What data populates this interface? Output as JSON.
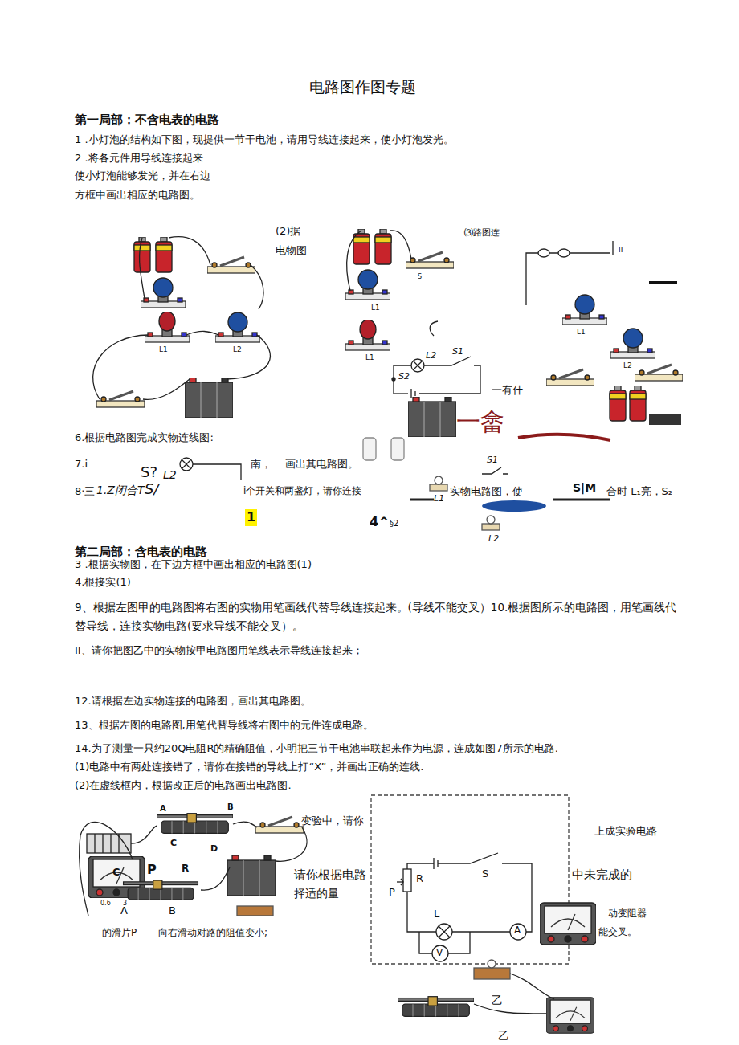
{
  "diagram": {
    "title": "电路图作图专题",
    "labels": [
      "第一局部：不含电表的电路",
      "1 .小灯泡的结构如下图，现提供一节干电池，请用导线连接起来，使小灯泡发光。",
      "2 .将各元件用导线连接起来",
      "使小灯泡能够发光，并在右边",
      "方框中画出相应的电路图。",
      "(2)据",
      "电物图",
      "⑶路图连",
      "L1",
      "L2",
      "L1",
      "L1",
      "L2",
      "S1",
      "S2",
      "S",
      "L1",
      "L2",
      "一有什",
      "一畲",
      "6.根据电路图完成实物连线图:",
      "7.i",
      "S?",
      "L2",
      "南，",
      "画出其电路图。",
      "8·三",
      "1.Z闭合T",
      "S/",
      "i个开关和两盏灯，请你连接",
      "实物电路图，使",
      "S|M",
      "合时 L₁亮，S₂",
      "1",
      "4^",
      "§2",
      "S1",
      "L1",
      "L2",
      "第二局部：含电表的电路",
      "3 .根据实物图，在下边方框中画出相应的电路图(1)",
      "4.根接实(1)",
      "9、根据左图甲的电路图将右图的实物用笔画线代替导线连接起来。(导线不能交叉）10.根据图所示的电路图，用笔画线代替导线，连接实物电路(要求导线不能交叉）。",
      "II、请你把图乙中的实物按甲电路图用笔线表示导线连接起来；",
      "12.请根据左边实物连接的电路图，画出其电路图。",
      "13、根据左图的电路图,用笔代替导线将右图中的元件连成电路。",
      "14.为了测量一只约20Q电阻R的精确阻值，小明把三节干电池串联起来作为电源，连成如图7所示的电路.",
      "(1)电路中有两处连接错了，请你在接错的导线上打“X”，并画出正确的连线.",
      "(2)在虚线框内，根据改正后的电路画出电路图.",
      "变验中，请你",
      "上成实验电路",
      "请你根据电路",
      "中未完成的",
      "择适的量",
      "动变阻器",
      "能交叉。",
      "的滑片P",
      "向右滑动对路的阻值变小;",
      "A",
      "B",
      "C",
      "D",
      "C",
      "P",
      "R",
      "0.6",
      "3",
      "A",
      "B",
      "P",
      "R",
      "L",
      "S",
      "A",
      "V",
      "乙",
      "乙",
      "II"
    ]
  }
}
